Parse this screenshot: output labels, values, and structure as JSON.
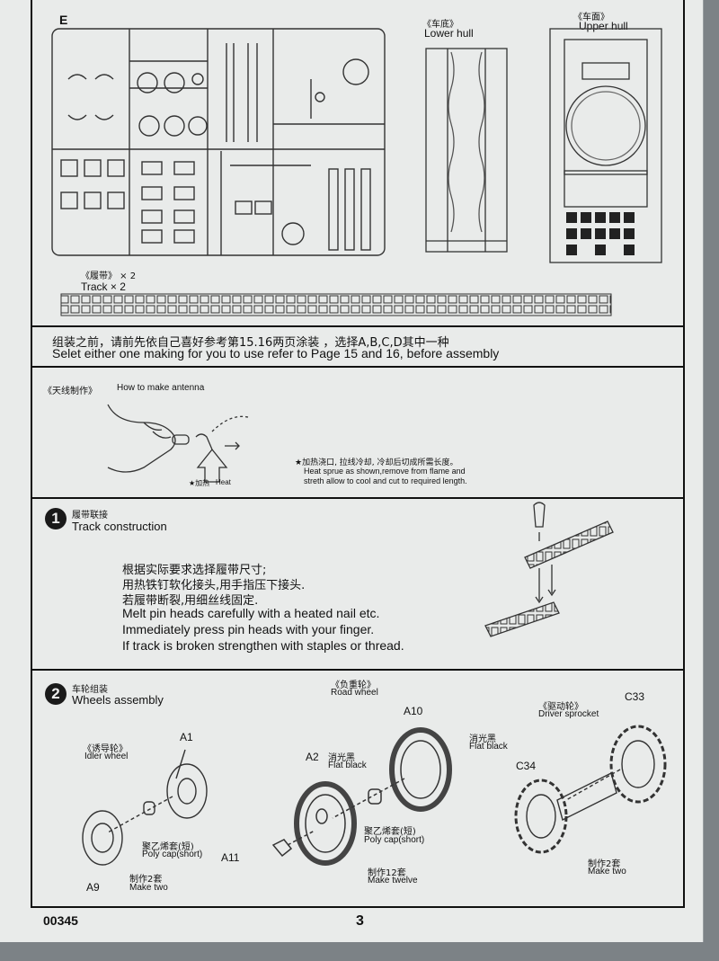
{
  "sprue": {
    "letter": "E",
    "lower_hull_cn": "《车底》",
    "lower_hull_en": "Lower hull",
    "upper_hull_cn": "《车面》",
    "upper_hull_en": "Upper hull",
    "track_cn": "《履带》 × 2",
    "track_en": "Track × 2"
  },
  "marking_note": {
    "cn": "组装之前，请前先依自己喜好参考第15.16两页涂装 ，选择A,B,C,D其中一种",
    "en": "Selet either one making for you to use refer to Page 15 and 16, before assembly"
  },
  "antenna": {
    "title_cn": "《天线制作》",
    "title_en": "How to make antenna",
    "heat_cn": "★加热",
    "heat_en": "Heat",
    "note_cn": "★加热浇口, 拉线冷却, 冷却后切成所需长度。",
    "note_en1": "Heat sprue as shown,remove from flame and",
    "note_en2": "streth allow to cool and cut to required length."
  },
  "step1": {
    "number": "1",
    "title_cn": "履带联接",
    "title_en": "Track construction",
    "cn1": "根据实际要求选择履带尺寸;",
    "cn2": "用热铁钉软化接头,用手指压下接头.",
    "cn3": "若履带断裂,用细丝线固定.",
    "en1": "Melt pin heads carefully with a heated nail etc.",
    "en2": "Immediately press pin heads with your finger.",
    "en3": "If track is broken strengthen with staples or thread."
  },
  "step2": {
    "number": "2",
    "title_cn": "车轮组装",
    "title_en": "Wheels assembly",
    "idler_cn": "《诱导轮》",
    "idler_en": "Idler wheel",
    "road_cn": "《负重轮》",
    "road_en": "Road wheel",
    "driver_cn": "《驱动轮》",
    "driver_en": "Driver sprocket",
    "a1": "A1",
    "a9": "A9",
    "a2": "A2",
    "a10": "A10",
    "a11": "A11",
    "c33": "C33",
    "c34": "C34",
    "polycap_cn_1": "聚乙烯套(短)",
    "polycap_en_1": "Poly cap(short)",
    "polycap_cn_2": "聚乙烯套(短)",
    "polycap_en_2": "Poly cap(short)",
    "flat_black_cn_1": "消光黑",
    "flat_black_en_1": "Flat black",
    "flat_black_cn_2": "消光黑",
    "flat_black_en_2": "Flat black",
    "make_two_cn_1": "制作2套",
    "make_two_en_1": "Make two",
    "make_twelve_cn": "制作12套",
    "make_twelve_en": "Make twelve",
    "make_two_cn_2": "制作2套",
    "make_two_en_2": "Make two"
  },
  "footer": {
    "code": "00345",
    "page": "3"
  }
}
